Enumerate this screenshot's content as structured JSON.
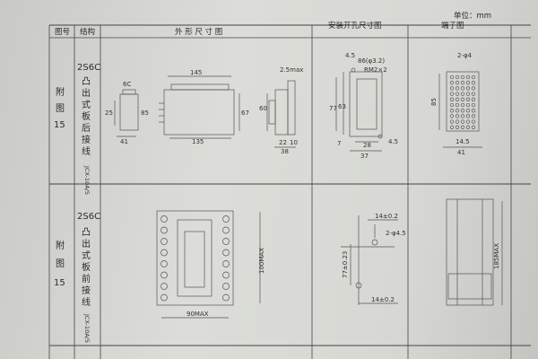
{
  "unit_note": "单位：mm",
  "headers": {
    "col_fig": "图号",
    "col_struct": "结构",
    "col_outline": "外 形 尺 寸 图",
    "col_mount": "安装开孔尺寸图",
    "col_terminal": "端子图"
  },
  "rows": [
    {
      "fig_chars": [
        "附",
        "图",
        "15"
      ],
      "model": "2S6C",
      "struct_chars": [
        "凸",
        "出",
        "式",
        "板",
        "后",
        "接",
        "线"
      ],
      "part_code": "JCX-10A/5",
      "outline_dims": {
        "label_6c": "6C",
        "w145": "145",
        "h85": "85",
        "h67": "67",
        "w135": "135",
        "w41": "41",
        "label_25": "25",
        "max25": "2.5max",
        "h60": "60",
        "w22": "22",
        "w10": "10",
        "w38": "38"
      },
      "mount_dims": {
        "d45a": "4.5",
        "hole": "86(φ3.2)",
        "rm": "RM2×2",
        "h77": "77",
        "h63": "63",
        "w28": "28",
        "d45b": "4.5",
        "w37": "37",
        "d7": "7"
      },
      "terminal_dims": {
        "phi": "2-φ4",
        "h85": "85",
        "w145": "14.5",
        "w41": "41"
      }
    },
    {
      "fig_chars": [
        "附",
        "图",
        "15"
      ],
      "model": "2S6C",
      "struct_chars": [
        "凸",
        "出",
        "式",
        "板",
        "前",
        "接",
        "线"
      ],
      "part_code": "JCX-10A/5",
      "outline_dims": {
        "h100": "100MAX",
        "w90": "90MAX"
      },
      "mount_dims": {
        "top": "14±0.2",
        "phi": "2-φ4.5",
        "h77": "77±0.23",
        "bottom": "14±0.2"
      },
      "terminal_dims": {
        "h185": "185MAX"
      }
    }
  ]
}
